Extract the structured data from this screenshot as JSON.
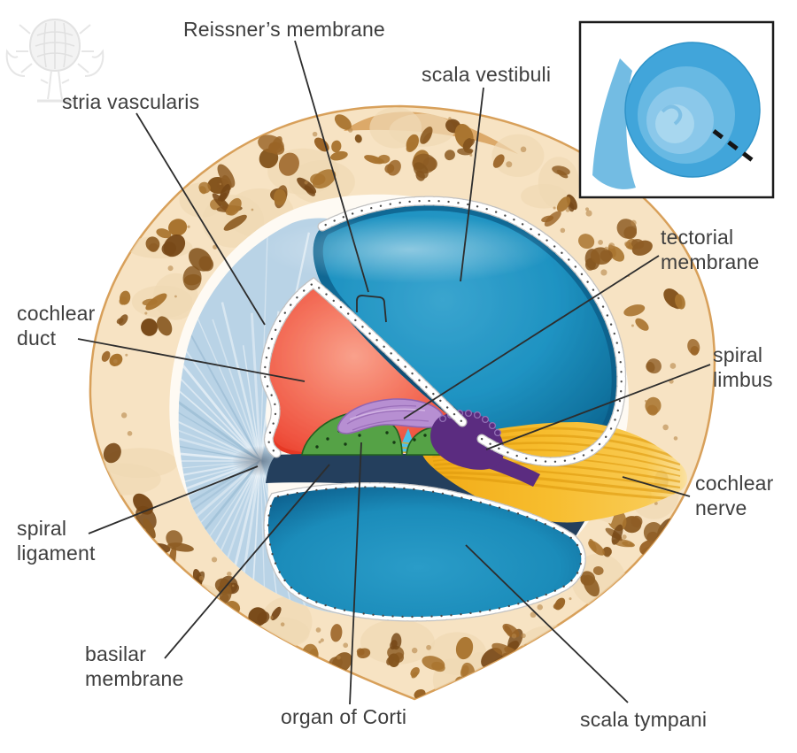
{
  "figure": {
    "type": "anatomical-diagram",
    "subject": "cross section of one turn of the cochlea",
    "labels": [
      {
        "id": "reissners-membrane",
        "text": "Reissner’s membrane"
      },
      {
        "id": "scala-vestibuli",
        "text": "scala vestibuli"
      },
      {
        "id": "stria-vascularis",
        "text": "stria vascularis"
      },
      {
        "id": "cochlear-duct",
        "text": "cochlear duct"
      },
      {
        "id": "tectorial-membrane",
        "text": "tectorial membrane"
      },
      {
        "id": "spiral-limbus",
        "text": "spiral limbus"
      },
      {
        "id": "cochlear-nerve",
        "text": "cochlear nerve"
      },
      {
        "id": "spiral-ligament",
        "text": "spiral ligament"
      },
      {
        "id": "basilar-membrane",
        "text": "basilar membrane"
      },
      {
        "id": "organ-of-corti",
        "text": "organ of Corti"
      },
      {
        "id": "scala-tympani",
        "text": "scala tympani"
      }
    ],
    "inset": {
      "icon": "cochlea-spiral-overview",
      "marker_icon": "dashed-section-line"
    },
    "watermark_icon": "thistle-logo",
    "palette": {
      "background": "#ffffff",
      "label_text": "#3e3e3e",
      "leader_line": "#2d2d2d",
      "bone_cream": "#f7e3c3",
      "bone_brown": "#8a5a22",
      "bone_edge_tan": "#d8a05a",
      "perilymph_blue": "#1b93c2",
      "chamber_edge_navy": "#0d5d8a",
      "endolymph_red": "#f2705c",
      "spiral_ligament_blue": "#b9d3e6",
      "tectorial_purple": "#b78fd2",
      "spiral_limbus_purple": "#5b2c80",
      "organ_of_corti_green": "#55a246",
      "hair_cell_blue": "#4fc0e8",
      "nerve_yellow": "#f6ba26",
      "basilar_navy": "#243f5d",
      "inset_cochlea_blue": "#41a5da",
      "inset_border": "#1b1b1b"
    }
  }
}
